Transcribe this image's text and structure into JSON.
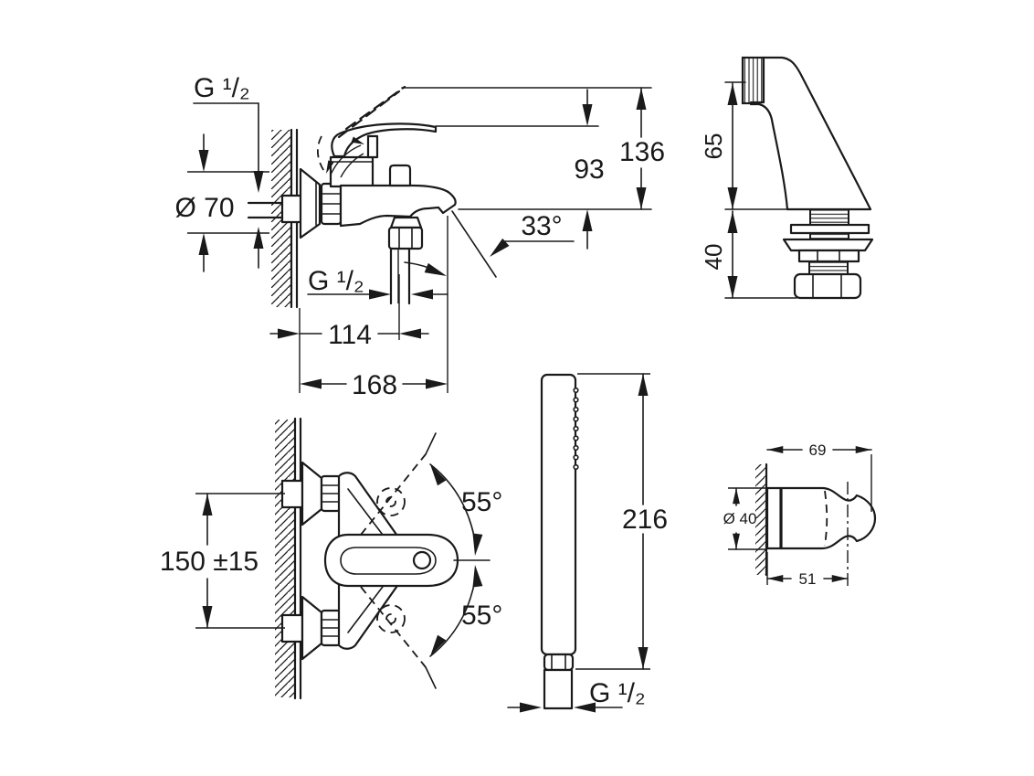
{
  "page": {
    "background": "#ffffff",
    "line_color": "#1a1a1a"
  },
  "views": {
    "mixer_side": {
      "title": "bath mixer side view",
      "dims": {
        "wall_thread": "G ¹/₂",
        "escutcheon_diameter": "Ø 70",
        "spout_to_lever": "93",
        "spout_to_lever_raised": "136",
        "spout_angle": "33°",
        "hose_thread": "G ¹/₂",
        "wall_to_hose": "114",
        "wall_to_spout_tip": "168"
      }
    },
    "deck_union": {
      "above_deck": "65",
      "below_deck": "40"
    },
    "mixer_front": {
      "hole_distance": "150 ±15",
      "swivel_upper": "55°",
      "swivel_lower": "55°"
    },
    "hand_shower": {
      "length": "216",
      "inlet_thread": "G ¹/₂"
    },
    "wall_holder": {
      "depth": "69",
      "diameter": "Ø 40",
      "wall_to_axis": "51"
    }
  }
}
